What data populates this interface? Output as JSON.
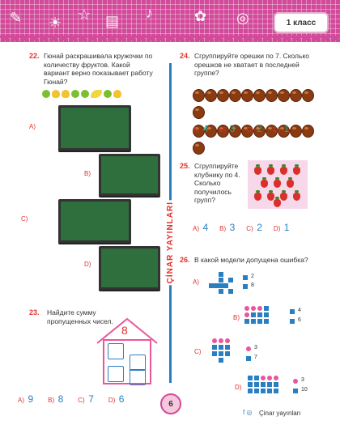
{
  "header": {
    "class_label": "1 класс"
  },
  "q22": {
    "num": "22.",
    "text": "Гюнай раскрашивала кружочки по количеству фруктов. Какой вариант верно показывает работу Гюнай?",
    "options": [
      "A)",
      "B)",
      "C)",
      "D)"
    ]
  },
  "q23": {
    "num": "23.",
    "text": "Найдите сумму пропущенных чисел.",
    "roof_number": "8",
    "options": [
      {
        "label": "A)",
        "value": "9"
      },
      {
        "label": "B)",
        "value": "8"
      },
      {
        "label": "C)",
        "value": "7"
      },
      {
        "label": "D)",
        "value": "6"
      }
    ]
  },
  "q24": {
    "num": "24.",
    "text": "Сгруппируйте орешки по 7. Сколько орешков не хватает в последней группе?",
    "options": [
      {
        "label": "A)",
        "value": "4"
      },
      {
        "label": "B)",
        "value": "3"
      },
      {
        "label": "C)",
        "value": "2"
      },
      {
        "label": "D)",
        "value": "1"
      }
    ]
  },
  "q25": {
    "num": "25.",
    "text": "Сгруппируйте клубнику по 4. Сколько получилось групп?",
    "options": [
      {
        "label": "A)",
        "value": "4"
      },
      {
        "label": "B)",
        "value": "3"
      },
      {
        "label": "C)",
        "value": "2"
      },
      {
        "label": "D)",
        "value": "1"
      }
    ]
  },
  "q26": {
    "num": "26.",
    "text": "В какой модели допущена ошибка?",
    "options": [
      {
        "label": "A)",
        "n1": "2",
        "n2": "8"
      },
      {
        "label": "B)",
        "n1": "4",
        "n2": "6"
      },
      {
        "label": "C)",
        "n1": "3",
        "n2": "7"
      },
      {
        "label": "D)",
        "n1": "3",
        "n2": "10"
      }
    ]
  },
  "brand": {
    "vertical": "ÇİNAR YAYINLARI",
    "footer": "Çinar yayınları"
  },
  "page": {
    "number": "6"
  },
  "colors": {
    "accent_pink": "#d24a9a",
    "answer_green": "#2aa37a",
    "number_red": "#e3312d",
    "divider_blue": "#2a7fc1"
  }
}
